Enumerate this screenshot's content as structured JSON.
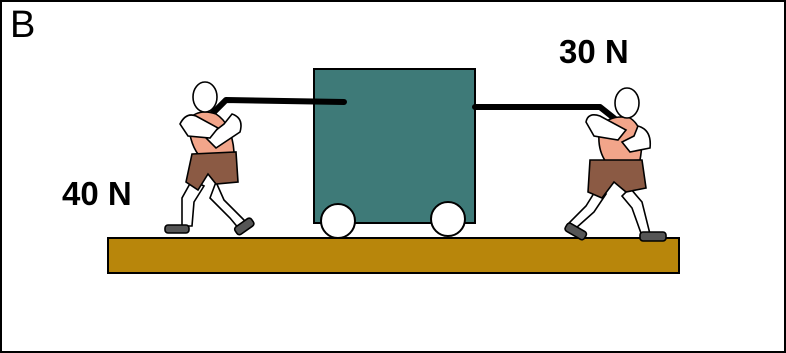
{
  "panel": {
    "label": "B"
  },
  "forces": {
    "right_label": "30 N",
    "left_label": "40 N"
  },
  "colors": {
    "cart": "#3e7a78",
    "ground": "#b8860b",
    "shorts": "#8b5a44",
    "skin": "#f2a58a",
    "rope": "#000000",
    "shoes": "#555555"
  }
}
